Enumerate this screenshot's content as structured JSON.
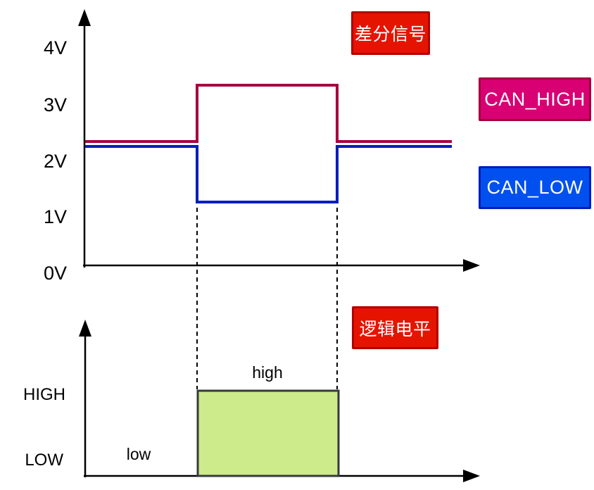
{
  "diagram": {
    "top_chart": {
      "badge_label": "差分信号",
      "badge_fill": "#E51400",
      "badge_border": "#B20000",
      "y_ticks": [
        "4V",
        "3V",
        "2V",
        "1V",
        "0V"
      ],
      "signals": [
        {
          "label": "CAN_HIGH",
          "line_color": "#A50040",
          "badge_fill": "#D80073",
          "badge_border": "#A50040"
        },
        {
          "label": "CAN_LOW",
          "line_color": "#001DBC",
          "badge_fill": "#0050EF",
          "badge_border": "#001DBC"
        }
      ]
    },
    "bottom_chart": {
      "badge_label": "逻辑电平",
      "badge_fill": "#E51400",
      "badge_border": "#B20000",
      "y_ticks": [
        "HIGH",
        "LOW"
      ],
      "segment_labels": {
        "left": "low",
        "middle": "high"
      },
      "pulse_fill": "#CDEB8B",
      "pulse_border": "#36393D"
    },
    "axis_color": "#000000",
    "dashed_guide_color": "#000000"
  },
  "chart_data": [
    {
      "type": "line",
      "title": "差分信号",
      "xlabel": "",
      "ylabel": "",
      "y_tick_labels": [
        "0V",
        "1V",
        "2V",
        "3V",
        "4V"
      ],
      "ylim": [
        0,
        4.5
      ],
      "grid": false,
      "legend_position": "right",
      "legend": [
        "CAN_HIGH",
        "CAN_LOW"
      ],
      "series": [
        {
          "name": "CAN_HIGH",
          "color": "#A50040",
          "x": [
            0,
            0.29,
            0.29,
            0.64,
            0.64,
            0.93
          ],
          "y": [
            2.3,
            2.3,
            3.3,
            3.3,
            2.3,
            2.3
          ]
        },
        {
          "name": "CAN_LOW",
          "color": "#001DBC",
          "x": [
            0,
            0.29,
            0.29,
            0.64,
            0.64,
            0.93
          ],
          "y": [
            2.2,
            2.2,
            1.2,
            1.2,
            2.2,
            2.2
          ]
        }
      ],
      "annotations": [
        "dashed vertical guides at x = 0.29 and x = 0.64"
      ]
    },
    {
      "type": "area",
      "title": "逻辑电平",
      "y_tick_labels": [
        "LOW",
        "HIGH"
      ],
      "grid": false,
      "segments": [
        {
          "label": "low",
          "level": "LOW",
          "x": [
            0,
            0.29
          ]
        },
        {
          "label": "high",
          "level": "HIGH",
          "x": [
            0.29,
            0.64
          ],
          "fill": "#CDEB8B",
          "border": "#36393D"
        }
      ]
    }
  ]
}
